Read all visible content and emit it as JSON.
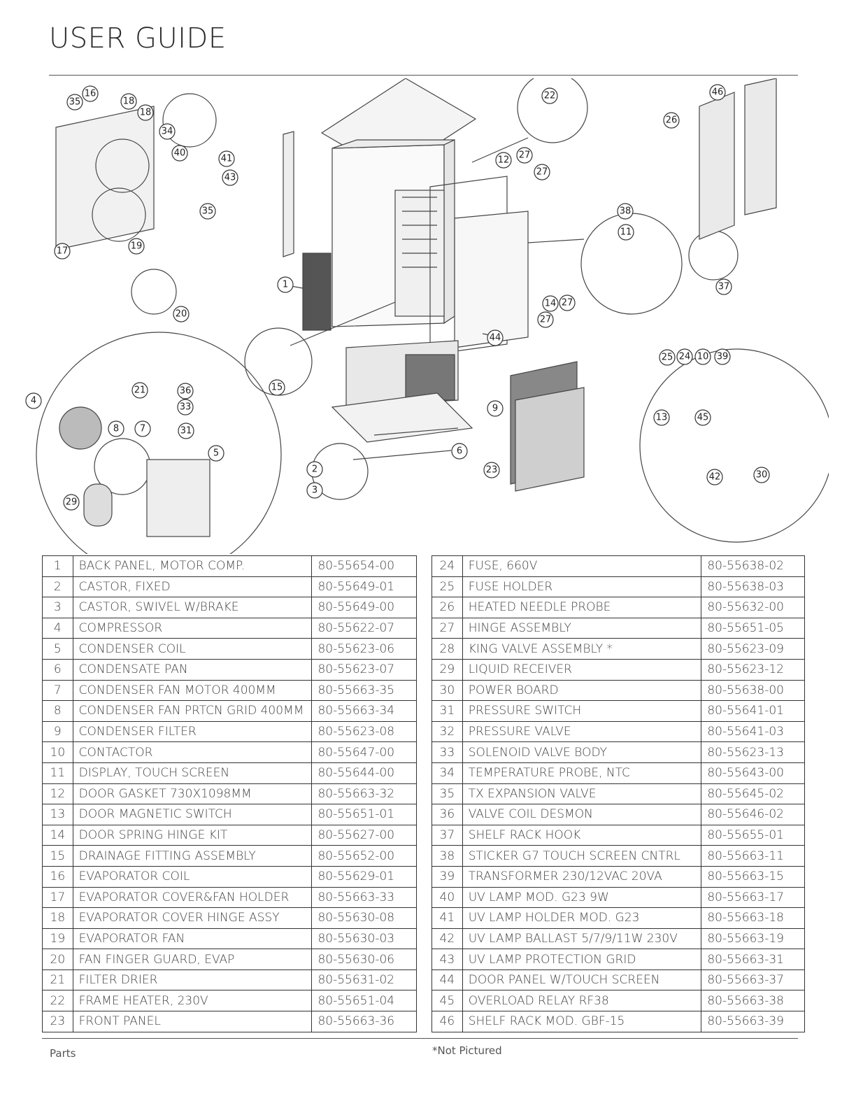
{
  "header": {
    "title": "USER GUIDE"
  },
  "diagram": {
    "callouts": [
      "1",
      "2",
      "3",
      "4",
      "5",
      "6",
      "7",
      "8",
      "9",
      "10",
      "11",
      "12",
      "13",
      "14",
      "15",
      "16",
      "17",
      "18",
      "18",
      "19",
      "20",
      "21",
      "22",
      "23",
      "24",
      "25",
      "26",
      "27",
      "27",
      "27",
      "27",
      "29",
      "30",
      "31",
      "33",
      "34",
      "35",
      "35",
      "36",
      "37",
      "38",
      "39",
      "40",
      "41",
      "42",
      "43",
      "44",
      "45",
      "46"
    ]
  },
  "parts_left": [
    {
      "no": "1",
      "desc": "BACK PANEL, MOTOR COMP.",
      "part": "80-55654-00"
    },
    {
      "no": "2",
      "desc": "CASTOR, FIXED",
      "part": "80-55649-01"
    },
    {
      "no": "3",
      "desc": "CASTOR, SWIVEL W/BRAKE",
      "part": "80-55649-00"
    },
    {
      "no": "4",
      "desc": "COMPRESSOR",
      "part": "80-55622-07"
    },
    {
      "no": "5",
      "desc": "CONDENSER COIL",
      "part": "80-55623-06"
    },
    {
      "no": "6",
      "desc": "CONDENSATE PAN",
      "part": "80-55623-07"
    },
    {
      "no": "7",
      "desc": "CONDENSER FAN MOTOR 400MM",
      "part": "80-55663-35"
    },
    {
      "no": "8",
      "desc": "CONDENSER FAN PRTCN GRID 400MM",
      "part": "80-55663-34"
    },
    {
      "no": "9",
      "desc": "CONDENSER FILTER",
      "part": "80-55623-08"
    },
    {
      "no": "10",
      "desc": "CONTACTOR",
      "part": "80-55647-00"
    },
    {
      "no": "11",
      "desc": "DISPLAY, TOUCH SCREEN",
      "part": "80-55644-00"
    },
    {
      "no": "12",
      "desc": "DOOR GASKET 730X1098MM",
      "part": "80-55663-32"
    },
    {
      "no": "13",
      "desc": "DOOR MAGNETIC SWITCH",
      "part": "80-55651-01"
    },
    {
      "no": "14",
      "desc": "DOOR SPRING HINGE KIT",
      "part": "80-55627-00"
    },
    {
      "no": "15",
      "desc": "DRAINAGE FITTING ASSEMBLY",
      "part": "80-55652-00"
    },
    {
      "no": "16",
      "desc": "EVAPORATOR COIL",
      "part": "80-55629-01"
    },
    {
      "no": "17",
      "desc": "EVAPORATOR COVER&FAN HOLDER",
      "part": "80-55663-33"
    },
    {
      "no": "18",
      "desc": "EVAPORATOR COVER HINGE ASSY",
      "part": "80-55630-08"
    },
    {
      "no": "19",
      "desc": "EVAPORATOR FAN",
      "part": "80-55630-03"
    },
    {
      "no": "20",
      "desc": "FAN FINGER GUARD, EVAP",
      "part": "80-55630-06"
    },
    {
      "no": "21",
      "desc": "FILTER DRIER",
      "part": "80-55631-02"
    },
    {
      "no": "22",
      "desc": "FRAME HEATER, 230V",
      "part": "80-55651-04"
    },
    {
      "no": "23",
      "desc": "FRONT PANEL",
      "part": "80-55663-36"
    }
  ],
  "parts_right": [
    {
      "no": "24",
      "desc": "FUSE, 660V",
      "part": "80-55638-02"
    },
    {
      "no": "25",
      "desc": "FUSE HOLDER",
      "part": "80-55638-03"
    },
    {
      "no": "26",
      "desc": "HEATED NEEDLE PROBE",
      "part": "80-55632-00"
    },
    {
      "no": "27",
      "desc": "HINGE ASSEMBLY",
      "part": "80-55651-05"
    },
    {
      "no": "28",
      "desc": "KING VALVE ASSEMBLY *",
      "part": "80-55623-09"
    },
    {
      "no": "29",
      "desc": "LIQUID RECEIVER",
      "part": "80-55623-12"
    },
    {
      "no": "30",
      "desc": "POWER BOARD",
      "part": "80-55638-00"
    },
    {
      "no": "31",
      "desc": "PRESSURE SWITCH",
      "part": "80-55641-01"
    },
    {
      "no": "32",
      "desc": "PRESSURE VALVE",
      "part": "80-55641-03"
    },
    {
      "no": "33",
      "desc": "SOLENOID VALVE BODY",
      "part": "80-55623-13"
    },
    {
      "no": "34",
      "desc": "TEMPERATURE PROBE, NTC",
      "part": "80-55643-00"
    },
    {
      "no": "35",
      "desc": "TX EXPANSION VALVE",
      "part": "80-55645-02"
    },
    {
      "no": "36",
      "desc": "VALVE COIL DESMON",
      "part": "80-55646-02"
    },
    {
      "no": "37",
      "desc": "SHELF RACK HOOK",
      "part": "80-55655-01"
    },
    {
      "no": "38",
      "desc": "STICKER G7 TOUCH SCREEN CNTRL",
      "part": "80-55663-11"
    },
    {
      "no": "39",
      "desc": "TRANSFORMER 230/12VAC 20VA",
      "part": "80-55663-15"
    },
    {
      "no": "40",
      "desc": "UV LAMP MOD. G23 9W",
      "part": "80-55663-17"
    },
    {
      "no": "41",
      "desc": "UV LAMP HOLDER MOD. G23",
      "part": "80-55663-18"
    },
    {
      "no": "42",
      "desc": "UV LAMP BALLAST 5/7/9/11W 230V",
      "part": "80-55663-19"
    },
    {
      "no": "43",
      "desc": "UV LAMP PROTECTION GRID",
      "part": "80-55663-31"
    },
    {
      "no": "44",
      "desc": "DOOR PANEL W/TOUCH SCREEN",
      "part": "80-55663-37"
    },
    {
      "no": "45",
      "desc": "OVERLOAD RELAY RF38",
      "part": "80-55663-38"
    },
    {
      "no": "46",
      "desc": "SHELF RACK MOD. GBF-15",
      "part": "80-55663-39"
    }
  ],
  "footer": {
    "section": "Parts",
    "note": "*Not Pictured"
  }
}
